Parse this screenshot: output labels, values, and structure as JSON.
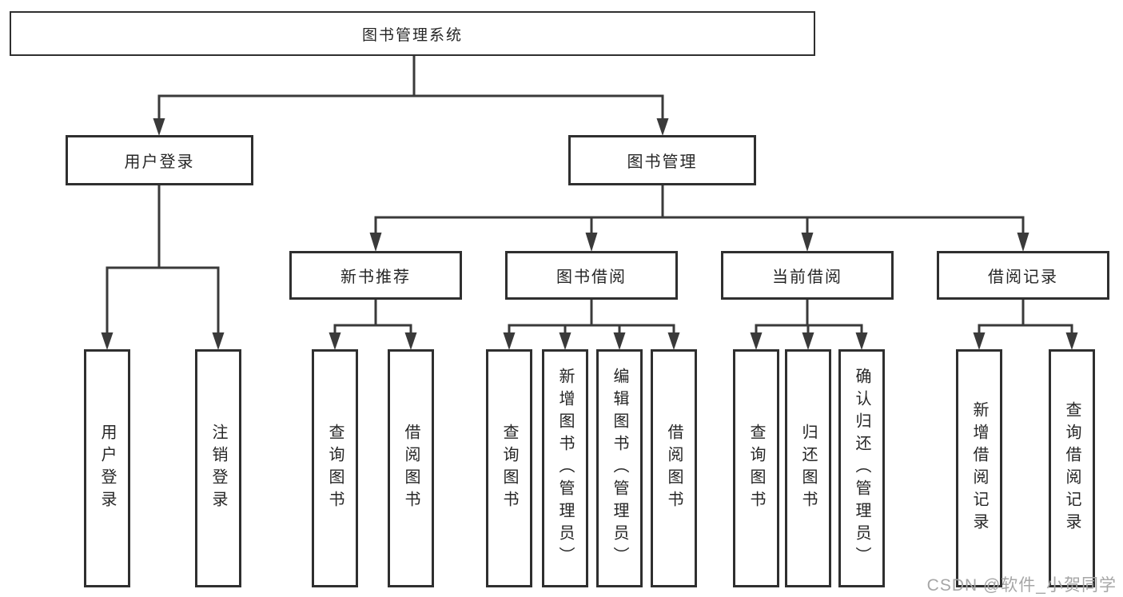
{
  "diagram": {
    "title": "图书管理系统",
    "watermark": "CSDN @软件_小贺同学",
    "colors": {
      "line": "#3a3a3a",
      "box_border": "#2f2f2f",
      "text": "#262626",
      "background": "#ffffff",
      "watermark": "#a6a6a6"
    },
    "tree": {
      "root": {
        "label": "图书管理系统"
      },
      "branches": [
        {
          "label": "用户登录",
          "children": [
            {
              "label": "用户登录"
            },
            {
              "label": "注销登录"
            }
          ]
        },
        {
          "label": "图书管理",
          "sections": [
            {
              "label": "新书推荐",
              "children": [
                {
                  "label": "查询图书"
                },
                {
                  "label": "借阅图书"
                }
              ]
            },
            {
              "label": "图书借阅",
              "children": [
                {
                  "label": "查询图书"
                },
                {
                  "label": "新增图书（管理员）"
                },
                {
                  "label": "编辑图书（管理员）"
                },
                {
                  "label": "借阅图书"
                }
              ]
            },
            {
              "label": "当前借阅",
              "children": [
                {
                  "label": "查询图书"
                },
                {
                  "label": "归还图书"
                },
                {
                  "label": "确认归还（管理员）"
                }
              ]
            },
            {
              "label": "借阅记录",
              "children": [
                {
                  "label": "新增借阅记录"
                },
                {
                  "label": "查询借阅记录"
                }
              ]
            }
          ]
        }
      ]
    }
  }
}
